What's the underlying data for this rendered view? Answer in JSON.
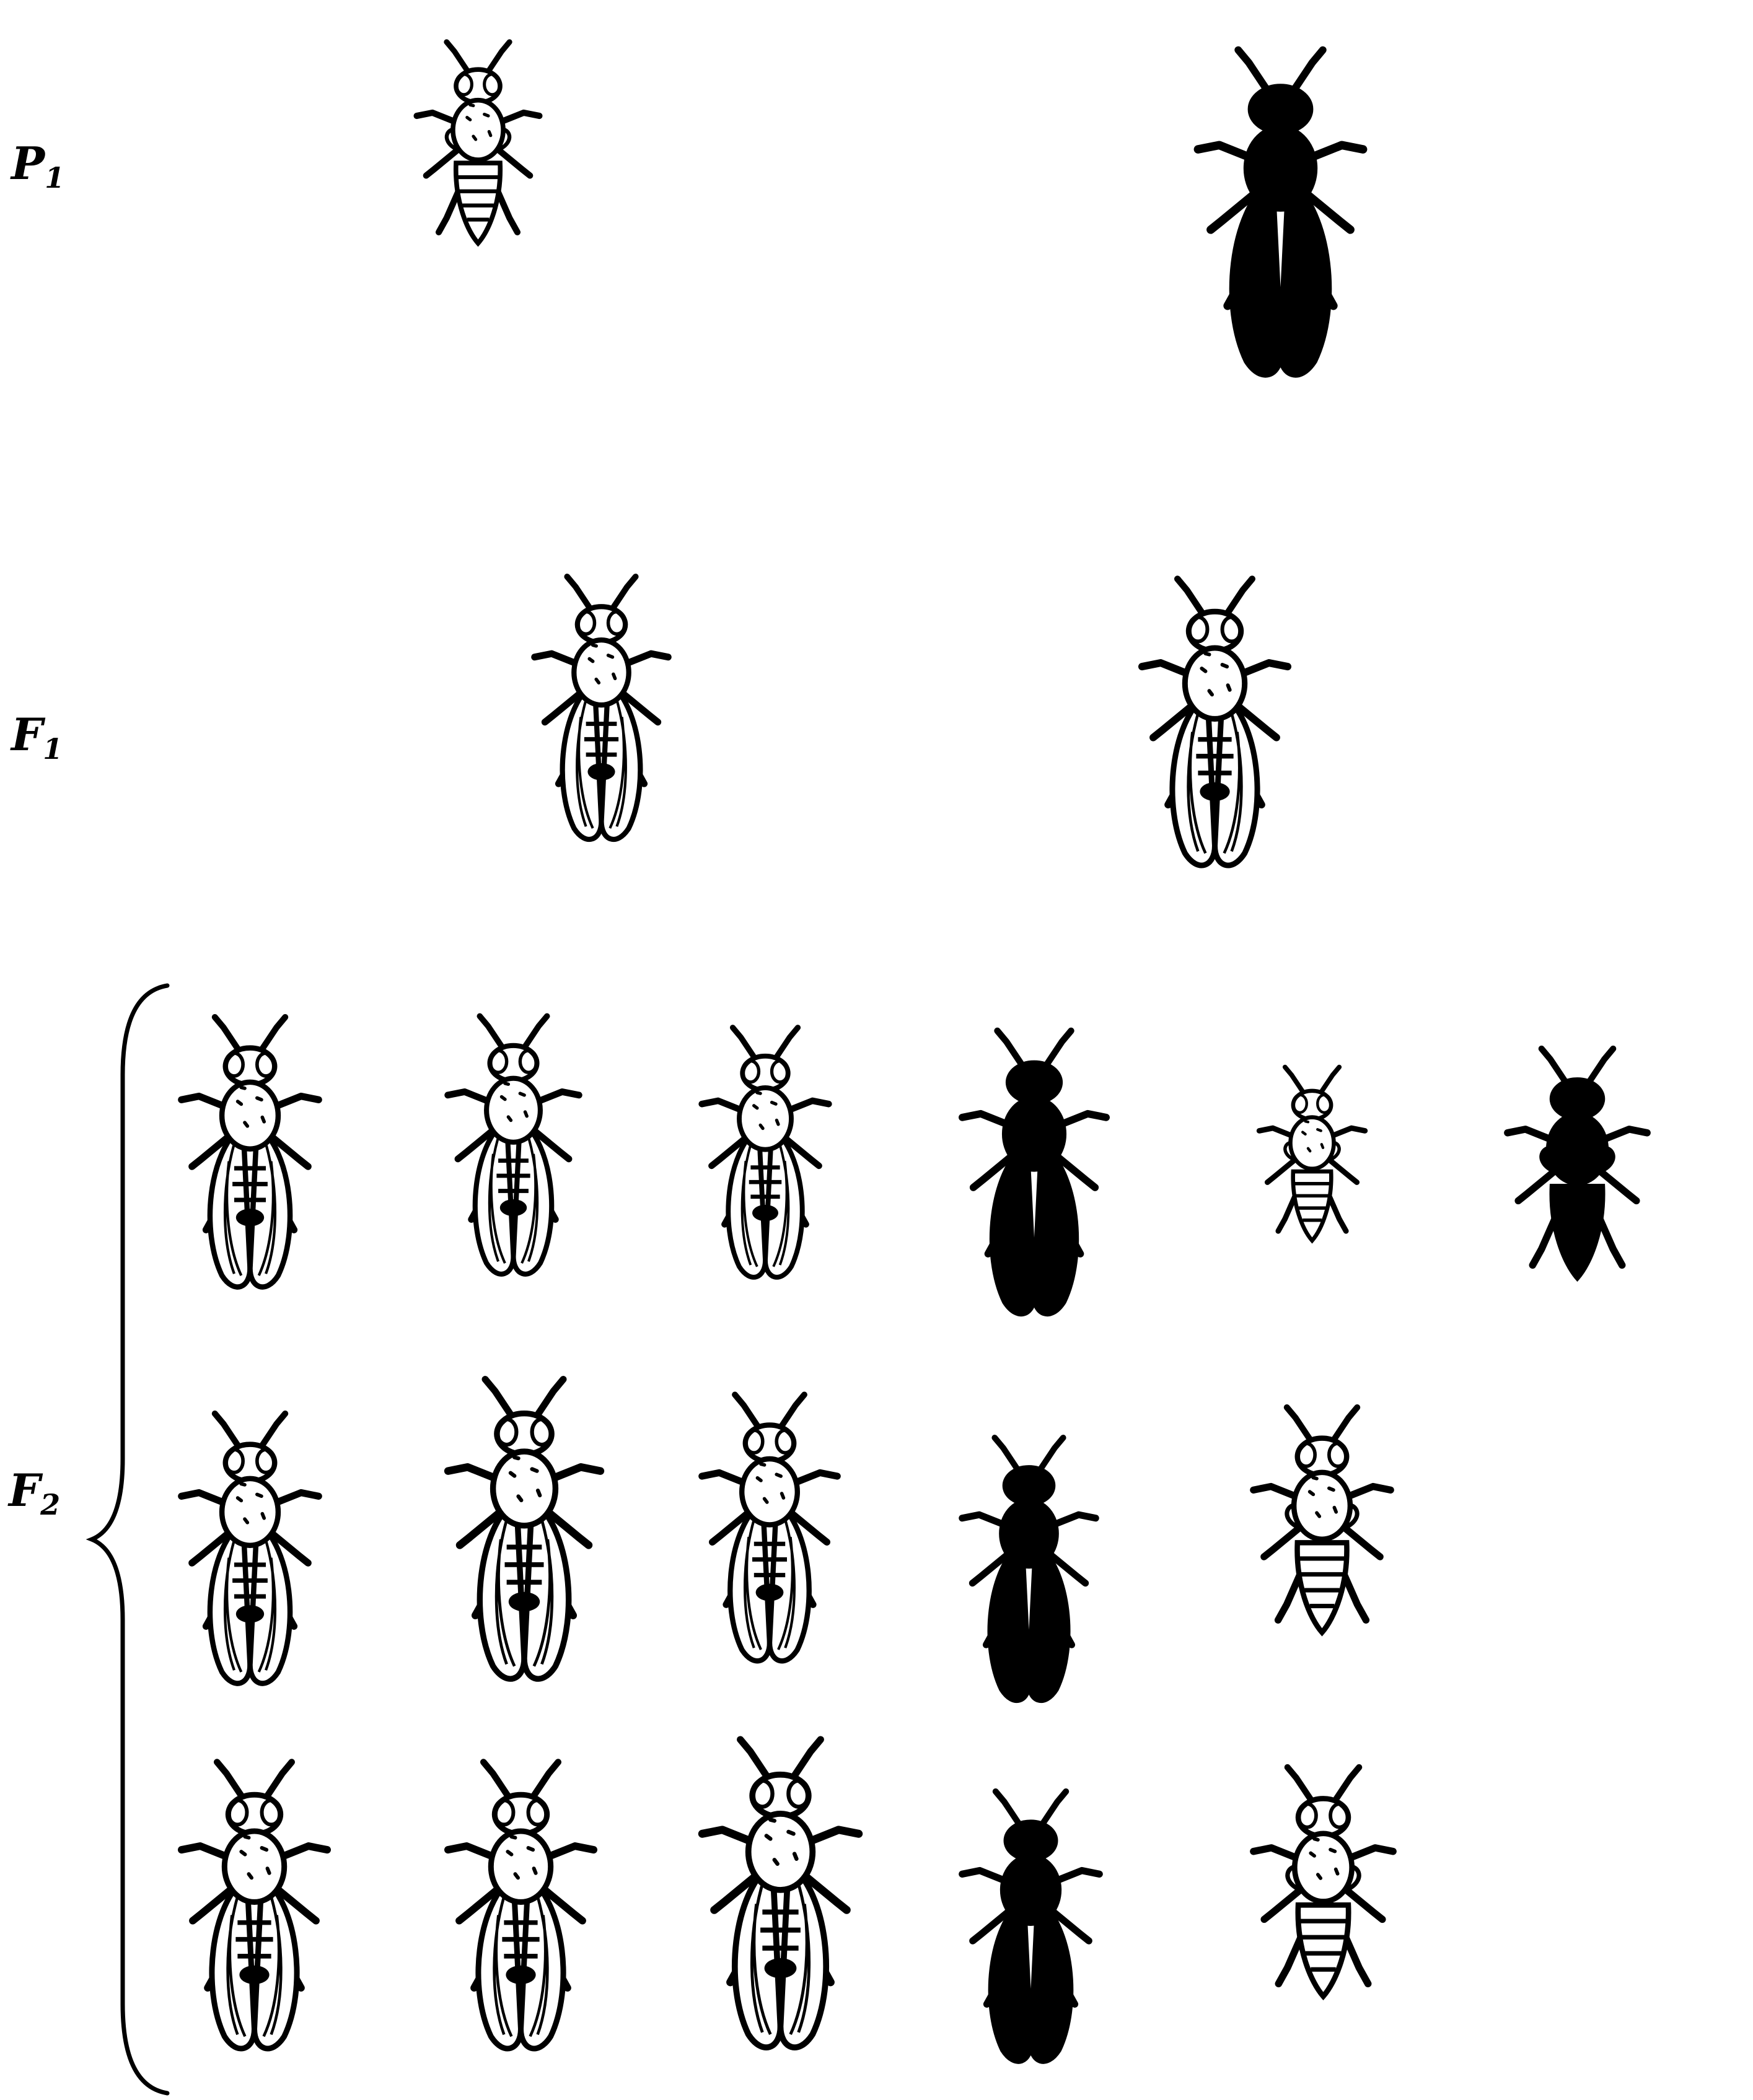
{
  "generations": [
    {
      "id": "p1",
      "letter": "P",
      "index": "1"
    },
    {
      "id": "f1",
      "letter": "F",
      "index": "1"
    },
    {
      "id": "f2",
      "letter": "F",
      "index": "2"
    }
  ],
  "colors": {
    "ink": "#000000",
    "paper": "#ffffff"
  },
  "flies": {
    "p1": [
      {
        "name": "p1-fly-vestigial-grey",
        "body": "grey",
        "wings": "vestigial"
      },
      {
        "name": "p1-fly-long-black",
        "body": "black",
        "wings": "long"
      }
    ],
    "f1": [
      {
        "name": "f1-fly-1",
        "body": "grey",
        "wings": "long"
      },
      {
        "name": "f1-fly-2",
        "body": "grey",
        "wings": "long"
      }
    ],
    "f2": [
      {
        "name": "f2-fly-r1c1",
        "body": "grey",
        "wings": "long"
      },
      {
        "name": "f2-fly-r1c2",
        "body": "grey",
        "wings": "long"
      },
      {
        "name": "f2-fly-r1c3",
        "body": "grey",
        "wings": "long"
      },
      {
        "name": "f2-fly-r1c4",
        "body": "black",
        "wings": "long"
      },
      {
        "name": "f2-fly-r1c5",
        "body": "grey",
        "wings": "vestigial"
      },
      {
        "name": "f2-fly-r1c6",
        "body": "black",
        "wings": "vestigial"
      },
      {
        "name": "f2-fly-r2c1",
        "body": "grey",
        "wings": "long"
      },
      {
        "name": "f2-fly-r2c2",
        "body": "grey",
        "wings": "long"
      },
      {
        "name": "f2-fly-r2c3",
        "body": "grey",
        "wings": "long"
      },
      {
        "name": "f2-fly-r2c4",
        "body": "black",
        "wings": "long"
      },
      {
        "name": "f2-fly-r2c5",
        "body": "grey",
        "wings": "vestigial"
      },
      {
        "name": "f2-fly-r3c1",
        "body": "grey",
        "wings": "long"
      },
      {
        "name": "f2-fly-r3c2",
        "body": "grey",
        "wings": "long"
      },
      {
        "name": "f2-fly-r3c3",
        "body": "grey",
        "wings": "long"
      },
      {
        "name": "f2-fly-r3c4",
        "body": "black",
        "wings": "long"
      },
      {
        "name": "f2-fly-r3c5",
        "body": "grey",
        "wings": "vestigial"
      }
    ]
  }
}
